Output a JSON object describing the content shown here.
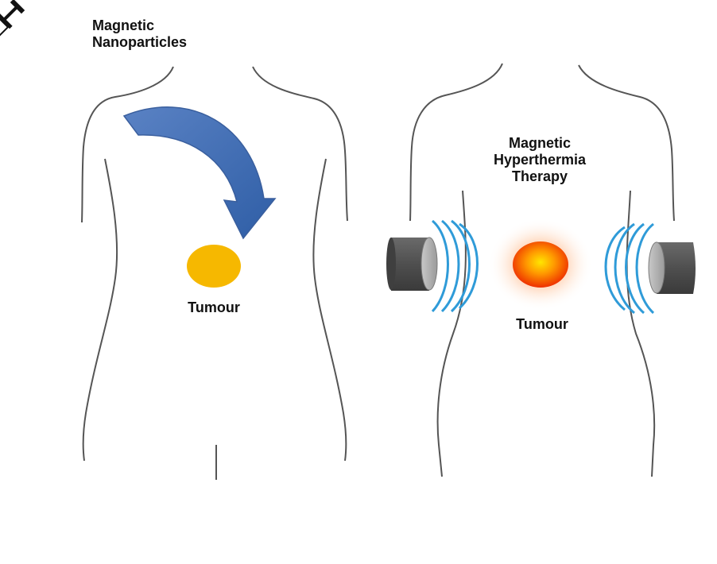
{
  "left_panel": {
    "injection_label_line1": "Magnetic",
    "injection_label_line2": "Nanoparticles",
    "tumour_label": "Tumour"
  },
  "right_panel": {
    "therapy_label_line1": "Magnetic",
    "therapy_label_line2": "Hyperthermia",
    "therapy_label_line3": "Therapy",
    "tumour_label": "Tumour"
  },
  "colors": {
    "body_outline": "#555555",
    "arrow_blue": "#4a72b4",
    "tumour_yellow": "#f6b800",
    "tumour_hot": "#ff4a00",
    "magnet_gray": "#5a5a5a",
    "field_waves": "#2f9bd8",
    "syringe_fluid": "#5a4a44"
  },
  "icons": {
    "syringe": "syringe-icon",
    "arrow": "curved-arrow-icon",
    "magnet": "magnet-coil-icon"
  }
}
